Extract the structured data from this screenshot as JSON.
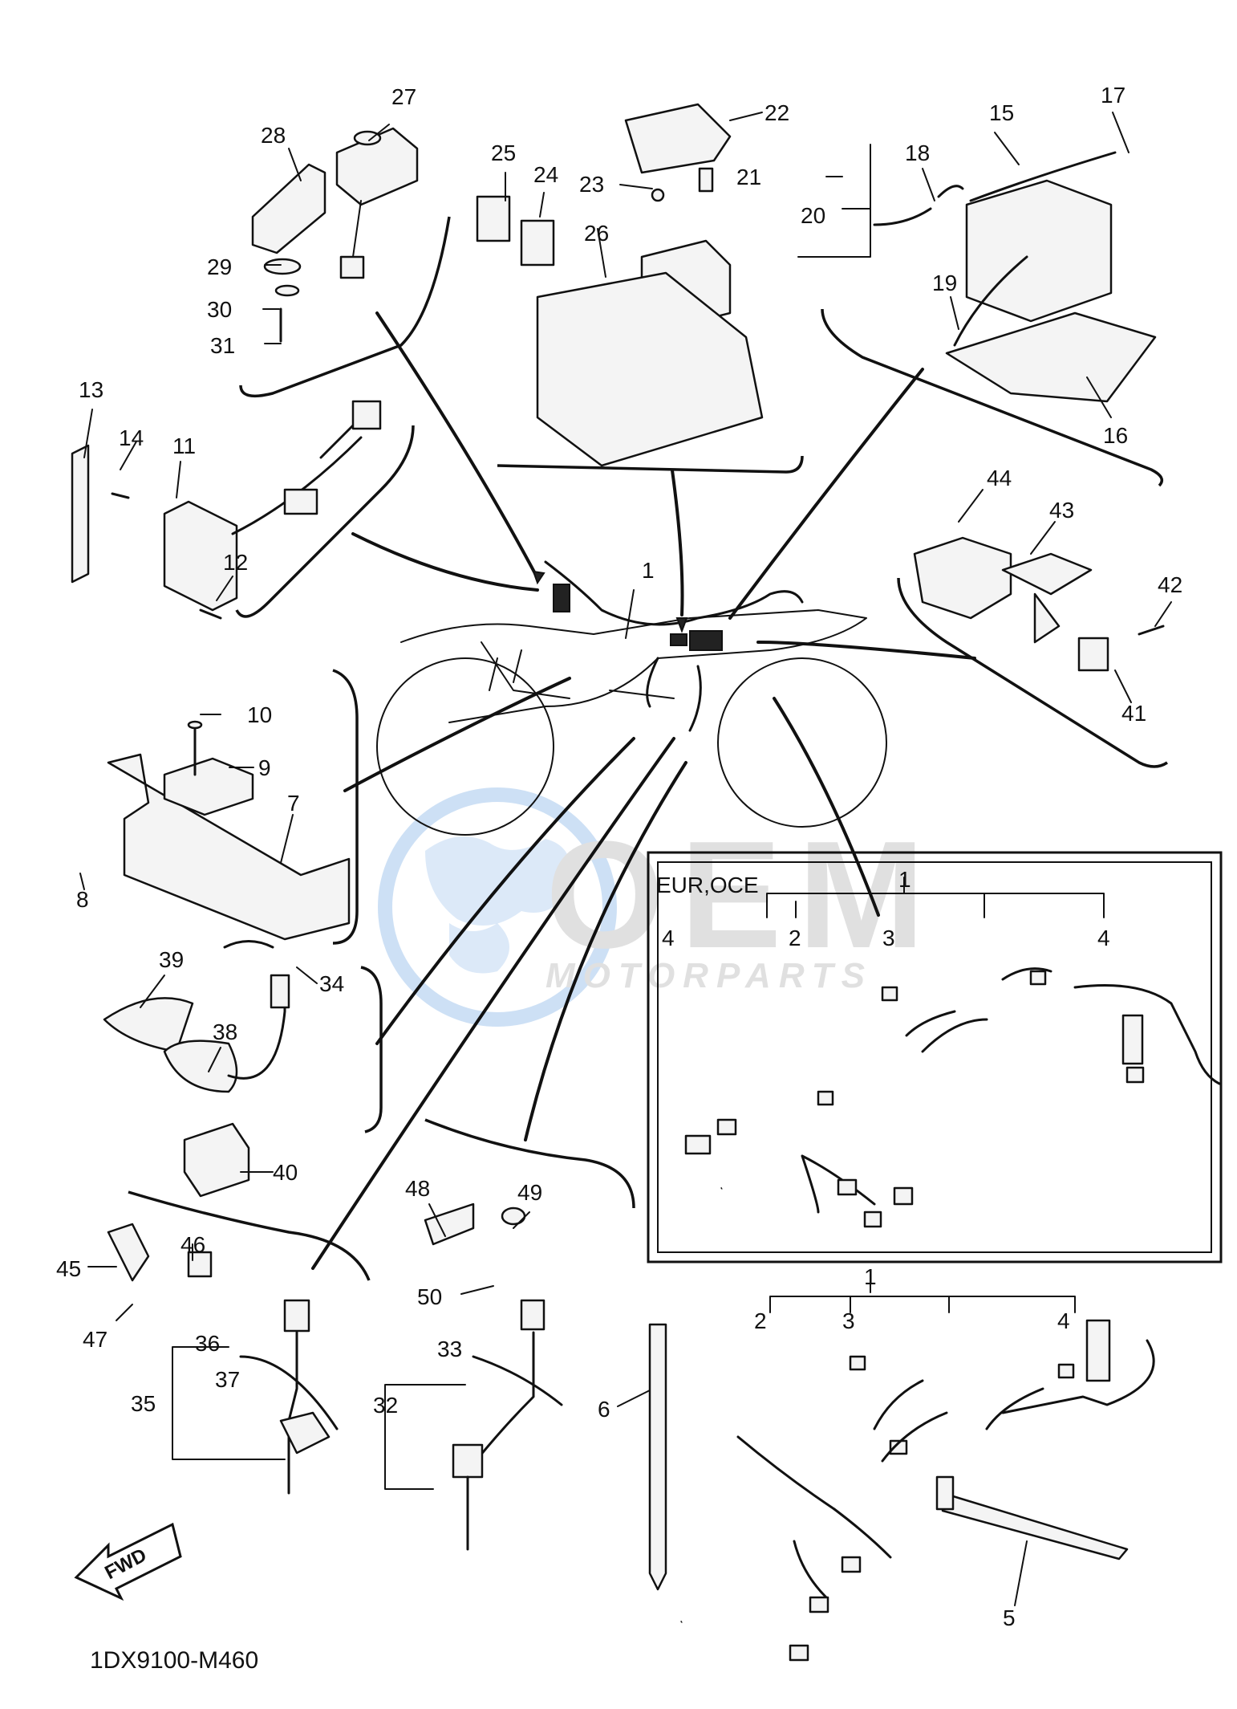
{
  "diagram_code": "1DX9100-M460",
  "region_label": "EUR,OCE",
  "fwd_label": "FWD",
  "watermark": {
    "brand": "OEM",
    "sub": "MOTORPARTS"
  },
  "part_numbers": [
    "1",
    "2",
    "3",
    "4",
    "5",
    "6",
    "7",
    "8",
    "9",
    "10",
    "11",
    "12",
    "13",
    "14",
    "15",
    "16",
    "17",
    "18",
    "19",
    "20",
    "21",
    "22",
    "23",
    "24",
    "25",
    "26",
    "27",
    "28",
    "29",
    "30",
    "31",
    "32",
    "33",
    "34",
    "35",
    "36",
    "37",
    "38",
    "39",
    "40",
    "41",
    "42",
    "43",
    "44",
    "45",
    "46",
    "47",
    "48",
    "49",
    "50"
  ],
  "inset_labels": [
    "1",
    "2",
    "3",
    "4",
    "4"
  ],
  "lower_labels": [
    "1",
    "2",
    "3",
    "4"
  ],
  "colors": {
    "ink": "#111111",
    "watermark_blue": "#4a90d9",
    "watermark_grey": "#c8c8c8"
  }
}
